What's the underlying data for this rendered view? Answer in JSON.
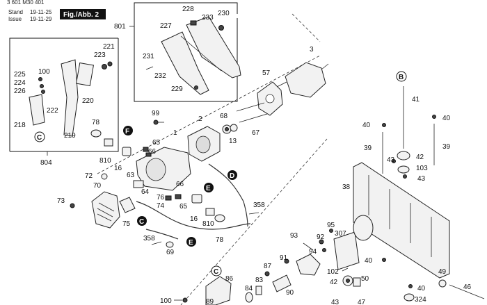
{
  "header": {
    "doc_number": "3 601 M30 401",
    "stand_label": "Stand",
    "stand_date": "19-11-25",
    "issue_label": "Issue",
    "issue_date": "19-11-29",
    "figure_label": "Fig./Abb. 2"
  },
  "colors": {
    "ink": "#111111",
    "badge_fill": "#111111",
    "badge_text": "#ffffff"
  },
  "callouts": {
    "c801": "801",
    "c804": "804",
    "c221": "221",
    "c223": "223",
    "c225": "225",
    "c100": "100",
    "c224": "224",
    "c226": "226",
    "c222": "222",
    "c220": "220",
    "c218": "218",
    "c219": "219",
    "c228": "228",
    "c233": "233",
    "c230": "230",
    "c227": "227",
    "c231": "231",
    "c232": "232",
    "c229": "229",
    "c3": "3",
    "c57": "57",
    "c99": "99",
    "c2": "2",
    "c68": "68",
    "c1": "1",
    "c13": "13",
    "c67": "67",
    "c78a": "78",
    "c65a": "65",
    "c66a": "66",
    "c810a": "810",
    "c16a": "16",
    "c63": "63",
    "c72": "72",
    "c70": "70",
    "c73": "73",
    "c64": "64",
    "c76": "76",
    "c74": "74",
    "c65b": "65",
    "c66b": "66",
    "c16b": "16",
    "c810b": "810",
    "c78b": "78",
    "c75": "75",
    "c358a": "358",
    "c358b": "358",
    "c69": "69",
    "c100b": "100",
    "c89": "89",
    "c86": "86",
    "c84": "84",
    "c83": "83",
    "c87": "87",
    "c90": "90",
    "c91": "91",
    "c93": "93",
    "c92": "92",
    "c95": "95",
    "c94": "94",
    "c307": "307",
    "c102": "102",
    "c42b": "42",
    "c50": "50",
    "c43c": "43",
    "c47": "47",
    "c41": "41",
    "c40a": "40",
    "c40b": "40",
    "c40c": "40",
    "c40d": "40",
    "c39a": "39",
    "c39b": "39",
    "c42a": "42",
    "c43a": "43",
    "c103": "103",
    "c43b": "43",
    "c38": "38",
    "c49": "49",
    "c324": "324",
    "c46": "46"
  },
  "reference_badges": {
    "F": "F",
    "D": "D",
    "E1": "E",
    "E2": "E",
    "C1": "C",
    "C2": "C",
    "C3": "C",
    "B": "B"
  }
}
